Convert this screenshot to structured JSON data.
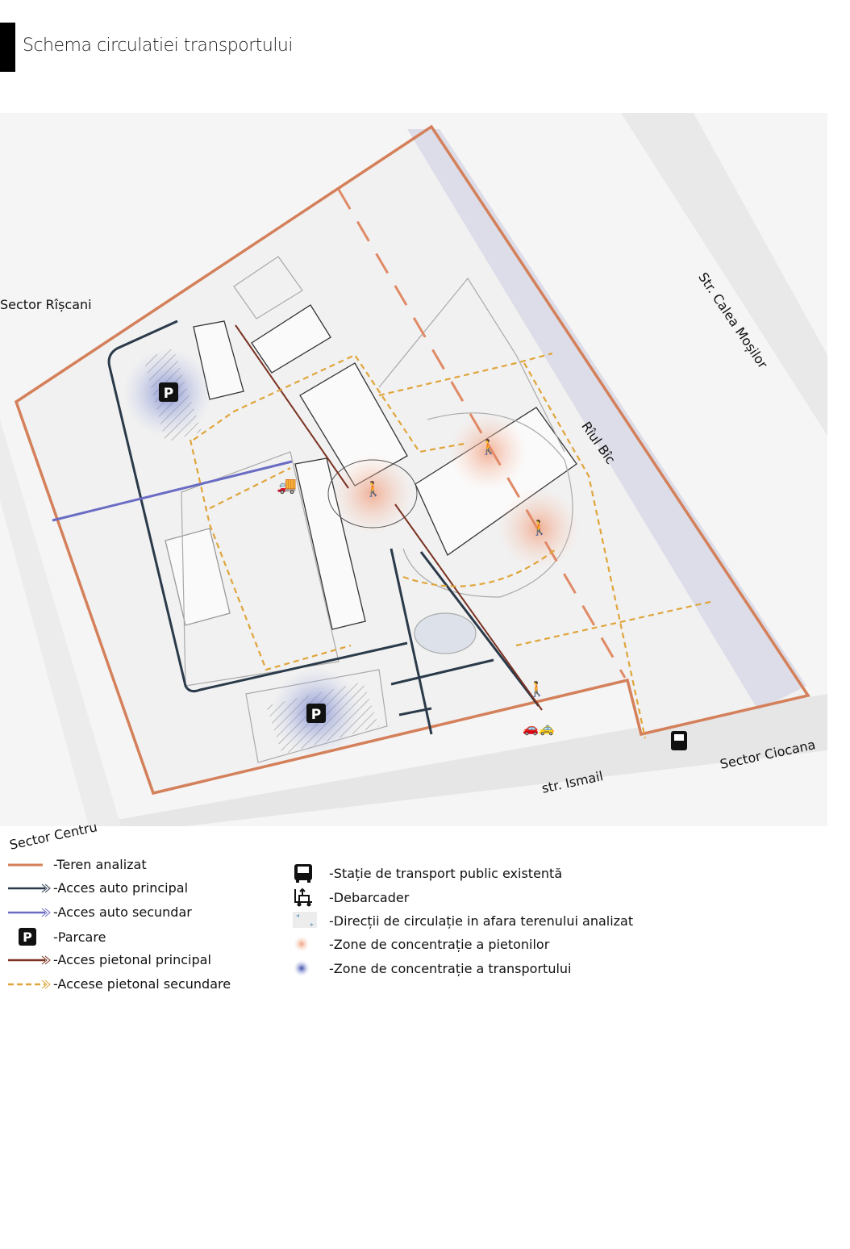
{
  "title": "Schema circulatiei transportului",
  "map_labels": {
    "sector_riscani": "Sector Rîșcani",
    "str_calea_mosilor": "Str. Calea Moșilor",
    "raul_bic": "Rîul Bîc",
    "sector_ciocana": "Sector Ciocana",
    "str_ismail": "str. Ismail",
    "sector_centru": "Sector Centru",
    "parking_symbol": "P"
  },
  "legend": {
    "left": [
      {
        "icon": "orange-line",
        "label": "-Teren analizat"
      },
      {
        "icon": "navy-arrow",
        "label": "-Acces auto principal"
      },
      {
        "icon": "purple-arrow",
        "label": "-Acces auto secundar"
      },
      {
        "icon": "parking-icon",
        "label": "-Parcare"
      },
      {
        "icon": "brown-arrow",
        "label": "-Acces pietonal principal"
      },
      {
        "icon": "yellow-dashed-arrow",
        "label": "-Accese pietonal secundare"
      }
    ],
    "right": [
      {
        "icon": "bus-icon",
        "label": "-Stație de transport public existentă"
      },
      {
        "icon": "loading-dock-icon",
        "label": "-Debarcader"
      },
      {
        "icon": "traffic-direction-icon",
        "label": "-Direcții de circulație in afara terenului analizat"
      },
      {
        "icon": "pedestrian-zone-icon",
        "label": "-Zone de concentrație a pietonilor"
      },
      {
        "icon": "transport-zone-icon",
        "label": "-Zone de concentrație a transportului"
      }
    ]
  },
  "colors": {
    "site_boundary": "#d4805a",
    "auto_principal": "#2b3a4a",
    "auto_secundar": "#6a6cc4",
    "pietonal_principal": "#7a3222",
    "pietonal_secundar": "#e0a53a",
    "river": "#dcdde8"
  }
}
